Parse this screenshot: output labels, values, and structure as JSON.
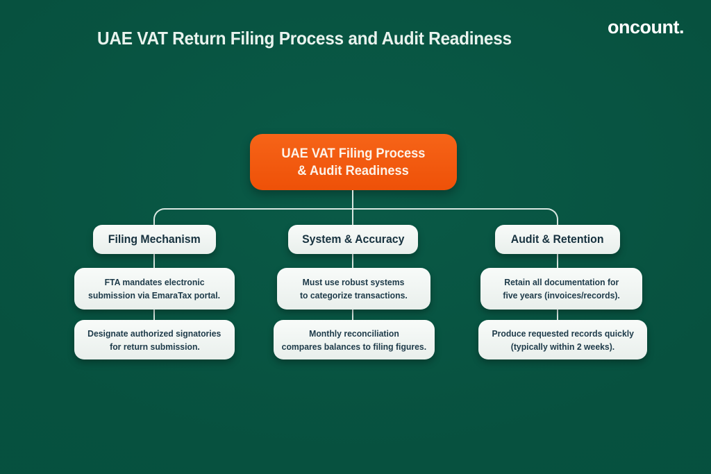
{
  "page": {
    "title": "UAE VAT Return Filing Process and Audit Readiness",
    "brand": "oncount."
  },
  "root_node": {
    "lines": [
      "UAE VAT Filing Process",
      "& Audit Readiness"
    ]
  },
  "columns": [
    {
      "header": "Filing Mechanism",
      "cards": [
        {
          "lines": [
            "FTA mandates electronic",
            "submission via EmaraTax portal."
          ]
        },
        {
          "lines": [
            "Designate authorized signatories",
            "for return submission."
          ]
        }
      ]
    },
    {
      "header": "System & Accuracy",
      "cards": [
        {
          "lines": [
            "Must use robust systems",
            "to categorize transactions."
          ]
        },
        {
          "lines": [
            "Monthly reconciliation",
            "compares balances to filing figures."
          ]
        }
      ]
    },
    {
      "header": "Audit & Retention",
      "cards": [
        {
          "lines": [
            "Retain all documentation for",
            "five years (invoices/records)."
          ]
        },
        {
          "lines": [
            "Produce requested records quickly",
            "(typically within 2 weeks)."
          ]
        }
      ]
    }
  ],
  "colors": {
    "background_green": "#07513F",
    "accent_orange": "#F25A0E",
    "card_background": "#F1F5F3",
    "card_text": "#1D3A49",
    "connector_line": "#D9E7E1",
    "title_text": "#E9F3EE",
    "brand_text": "#FFFFFF",
    "root_text": "#FDF3E9"
  }
}
